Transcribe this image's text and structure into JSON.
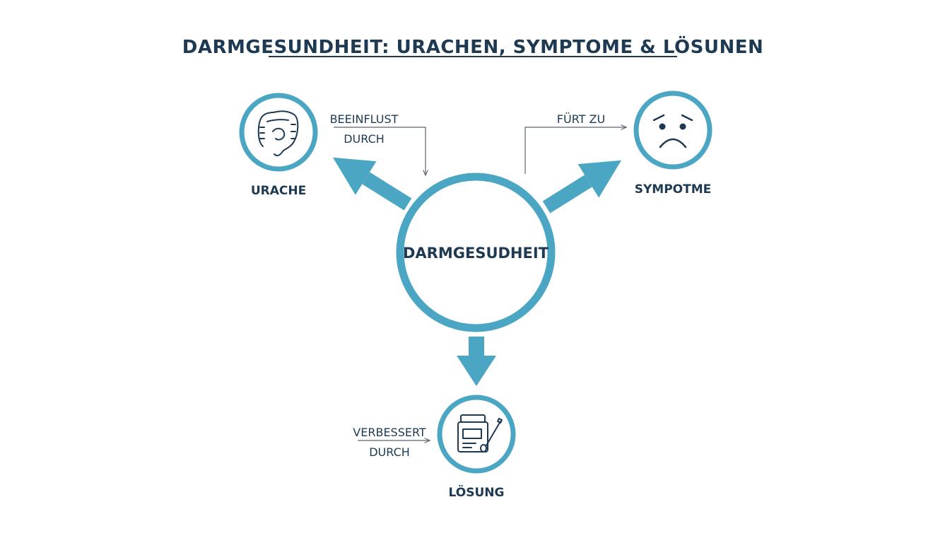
{
  "title": "DARMGESUNDHEIT: URACHEN, SYMPTOME & LÖSUNEN",
  "center": {
    "label": "DARMGESUDHEIT"
  },
  "nodes": {
    "cause": {
      "label": "URACHE",
      "icon": "intestine-icon"
    },
    "symptoms": {
      "label": "SYMPOTME",
      "icon": "sad-face-icon"
    },
    "solution": {
      "label": "LÖSUNG",
      "icon": "supplement-jar-icon"
    }
  },
  "edges": {
    "cause": {
      "line1": "BEEINFLUST",
      "line2": "DURCH"
    },
    "symptoms": {
      "line1": "FÜRT ZU"
    },
    "solution": {
      "line1": "VERBESSERT",
      "line2": "DURCH"
    }
  },
  "colors": {
    "accent": "#4ba6c4",
    "text": "#1d3a52",
    "thin_line": "#5a6470"
  }
}
